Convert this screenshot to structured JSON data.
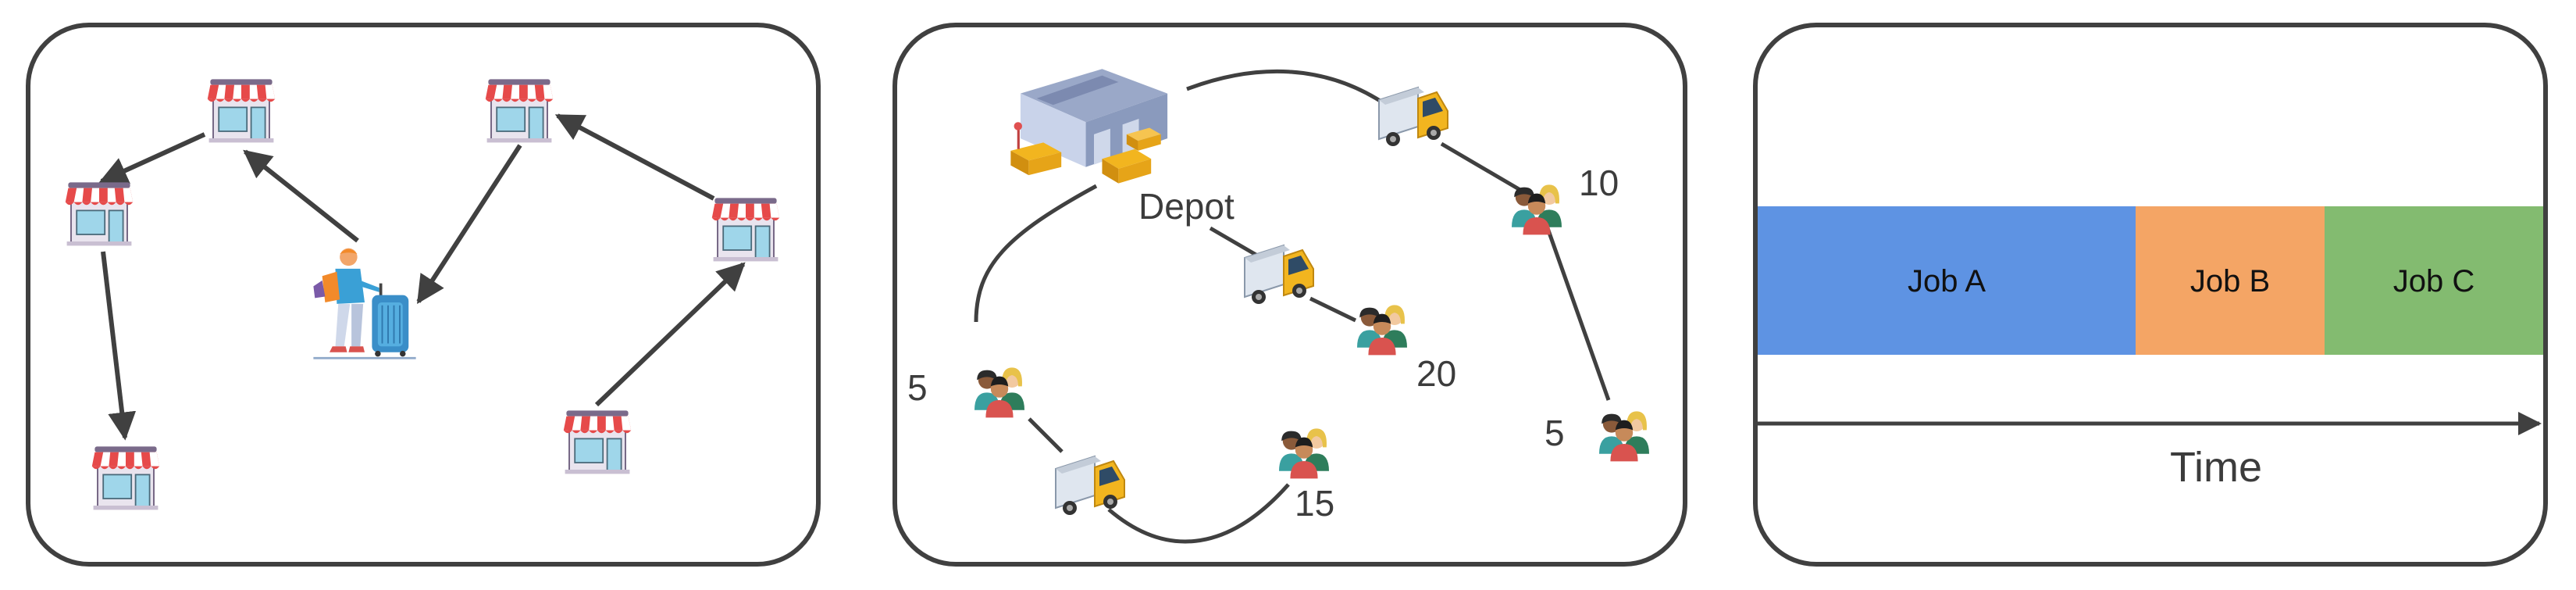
{
  "colors": {
    "panel_border": "#404040",
    "arrow": "#404040",
    "job_a": "#5e93e3",
    "job_b": "#f4a565",
    "job_c": "#83bb70"
  },
  "panel_tsp": {
    "icons": [
      "store-icon",
      "traveler-icon"
    ]
  },
  "panel_vrp": {
    "depot_label": "Depot",
    "demands": [
      "10",
      "20",
      "5",
      "15",
      "5"
    ],
    "icons": [
      "warehouse-icon",
      "truck-icon",
      "people-icon"
    ]
  },
  "panel_schedule": {
    "jobs": [
      "Job A",
      "Job B",
      "Job C"
    ],
    "time_label": "Time"
  }
}
